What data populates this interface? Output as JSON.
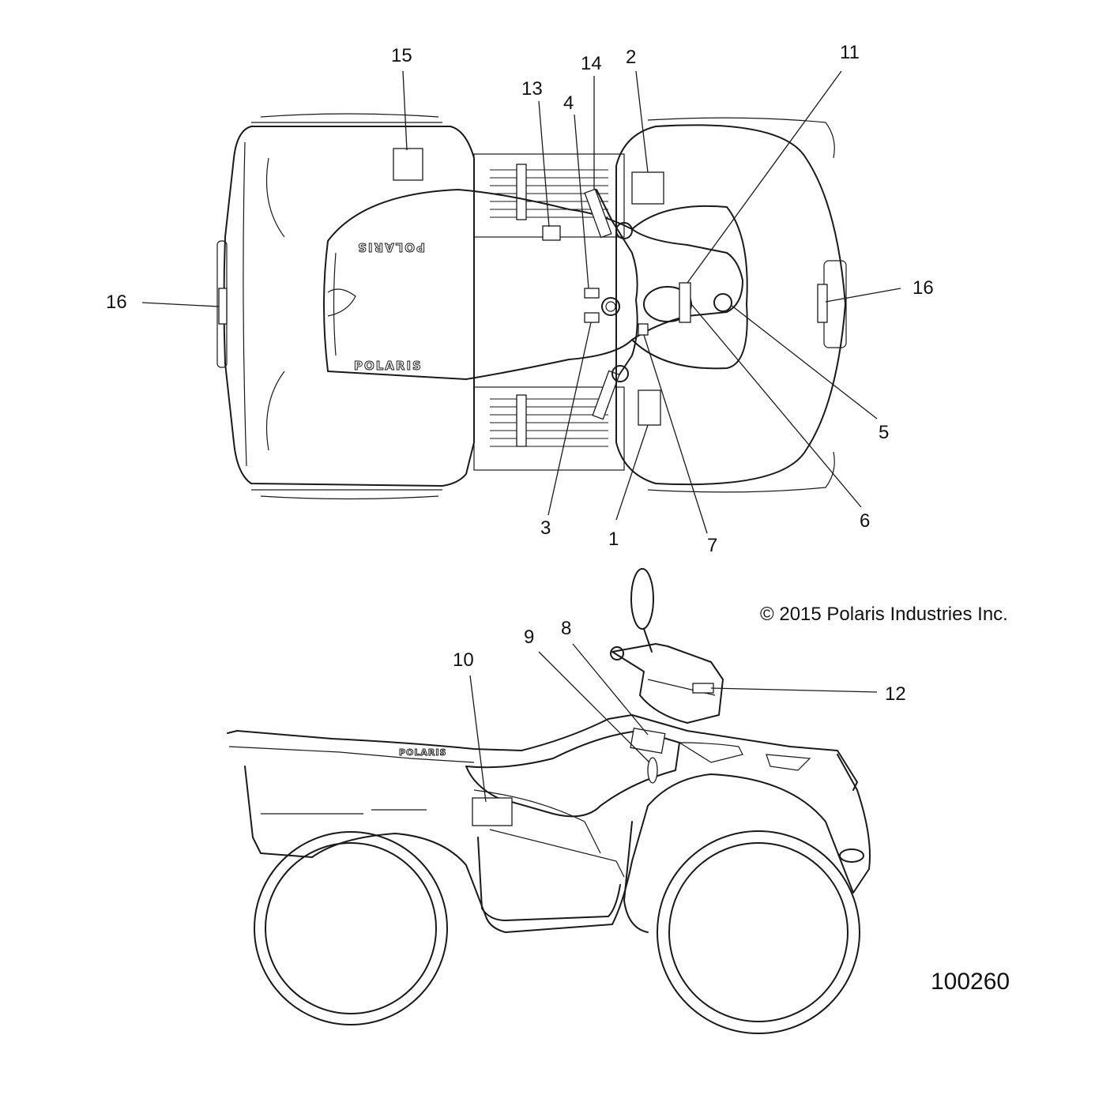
{
  "top_view": {
    "callouts": {
      "c1": "1",
      "c2": "2",
      "c3": "3",
      "c4": "4",
      "c5": "5",
      "c6": "6",
      "c7": "7",
      "c11": "11",
      "c13": "13",
      "c14": "14",
      "c15": "15",
      "c16_left": "16",
      "c16_right": "16"
    },
    "brand_text_top": "POLARIS",
    "brand_text_bottom": "POLARIS"
  },
  "side_view": {
    "callouts": {
      "c8": "8",
      "c9": "9",
      "c10": "10",
      "c12": "12"
    },
    "brand_text": "POLARIS"
  },
  "copyright": "© 2015 Polaris Industries Inc.",
  "drawing_number": "100260"
}
